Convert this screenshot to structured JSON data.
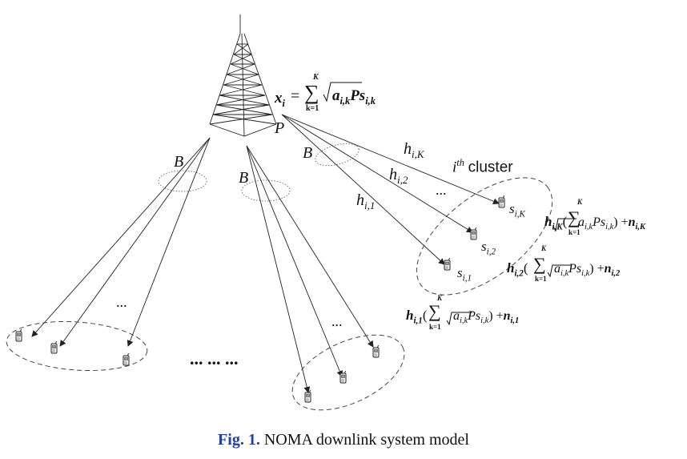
{
  "caption": {
    "number": "Fig. 1.",
    "text": "NOMA downlink system model"
  },
  "labels": {
    "x_lhs": "x",
    "x_lhs_sub": "i",
    "x_eq": "=",
    "sum_top": "K",
    "sum_bottom": "k=1",
    "x_rhs_a": "a",
    "x_rhs_a_sub": "i,k",
    "x_rhs_P": "P",
    "x_rhs_s": "s",
    "x_rhs_s_sub": "i,k",
    "tower_power": "P",
    "beam_B": "B",
    "h": "h",
    "hK_sub": "i,K",
    "h2_sub": "i,2",
    "h1_sub": "i,1",
    "cluster_i": "i",
    "cluster_th": "th",
    "cluster_word": "cluster",
    "s": "s",
    "sK_sub": "i,K",
    "s2_sub": "i,2",
    "s1_sub": "i,1",
    "dots": "...",
    "dots_long": "... ... ...",
    "yK": "h",
    "yK_sub": "i,K",
    "y_sum_top": "K",
    "y_sum_bot": "k=1",
    "y_a": "a",
    "y_a_sub": "i,k",
    "y_P": "P",
    "y_s": "s",
    "y_s_sub": "i,k",
    "y_plus": "+",
    "y_n": "n",
    "yK_n_sub": "i,K",
    "y2_sub": "i,2",
    "y2_n_sub": "i,2",
    "y1_sub": "i,1",
    "y1_n_sub": "i,1",
    "paren_open": "(",
    "paren_close": ")",
    "sigma": "∑"
  }
}
